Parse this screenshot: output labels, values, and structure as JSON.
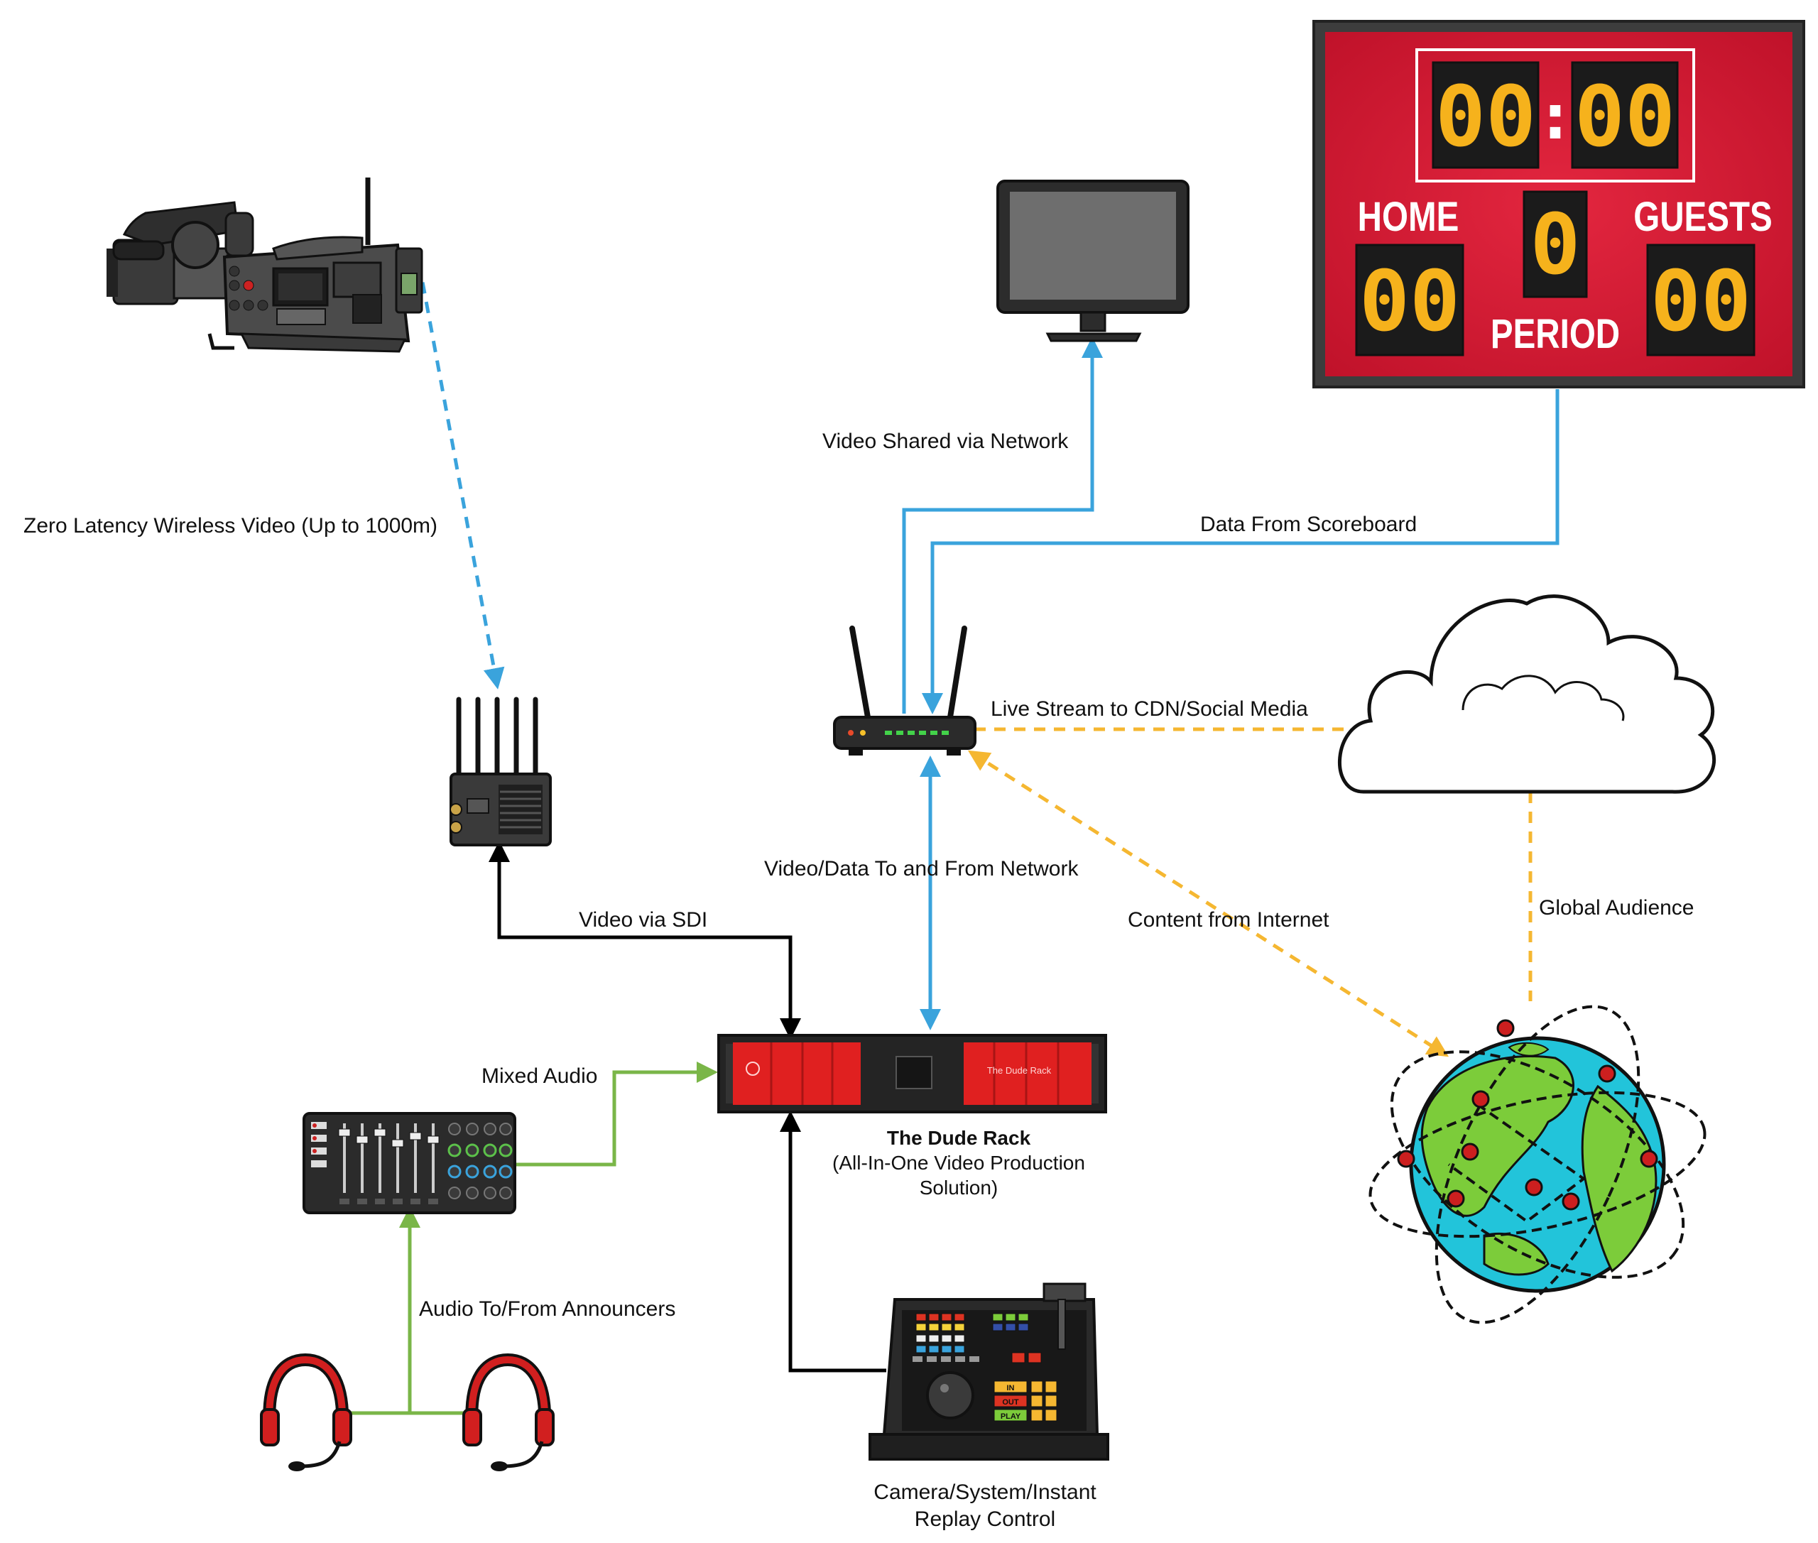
{
  "labels": {
    "wireless": "Zero Latency Wireless Video (Up to 1000m)",
    "video_shared": "Video Shared via Network",
    "data_scoreboard": "Data From Scoreboard",
    "live_stream": "Live Stream to CDN/Social Media",
    "video_data_network": "Video/Data To and From Network",
    "content_internet": "Content from Internet",
    "global_audience": "Global Audience",
    "video_sdi": "Video via SDI",
    "mixed_audio": "Mixed Audio",
    "audio_announcers": "Audio To/From Announcers",
    "rack_title": "The Dude Rack",
    "rack_subtitle_1": "(All-In-One Video Production",
    "rack_subtitle_2": "Solution)",
    "control_1": "Camera/System/Instant",
    "control_2": "Replay Control"
  },
  "scoreboard": {
    "minutes": "00",
    "colon": ":",
    "seconds": "00",
    "home_label": "HOME",
    "guests_label": "GUESTS",
    "home_score": "00",
    "guests_score": "00",
    "period_value": "0",
    "period_label": "PERIOD"
  },
  "rack": {
    "brand": "The Dude Rack"
  },
  "replay_keys": {
    "in": "IN",
    "out": "OUT",
    "play": "PLAY"
  },
  "colors": {
    "network_blue": "#3aa3dc",
    "internet_yellow": "#f5b731",
    "audio_green": "#7ab648",
    "video_black": "#000000",
    "rack_red": "#e02020",
    "scoreboard_red": "#d81c34"
  }
}
